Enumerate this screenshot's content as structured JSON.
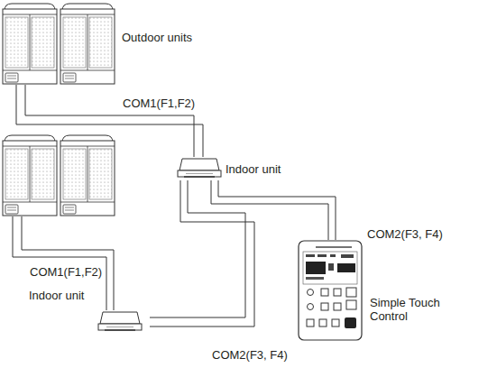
{
  "diagram": {
    "nodes": [
      {
        "text": [
          "Outdoor units"
        ]
      },
      {
        "text": [
          "Indoor unit"
        ]
      },
      {
        "text": [
          "Simple Touch Control"
        ]
      },
      {
        "text": [
          "Indoor unit"
        ]
      }
    ],
    "edges": [
      {
        "from": 0,
        "to": 1,
        "arrow": "none",
        "label": "COM1(F1,F2)"
      },
      {
        "from": 1,
        "to": 2,
        "arrow": "none",
        "label": "COM2(F3, F4)"
      },
      {
        "from": 3,
        "to": 1,
        "arrow": "none",
        "label": "COM2(F3, F4)"
      }
    ],
    "labels": [
      "COM1(F1,F2)"
    ]
  }
}
